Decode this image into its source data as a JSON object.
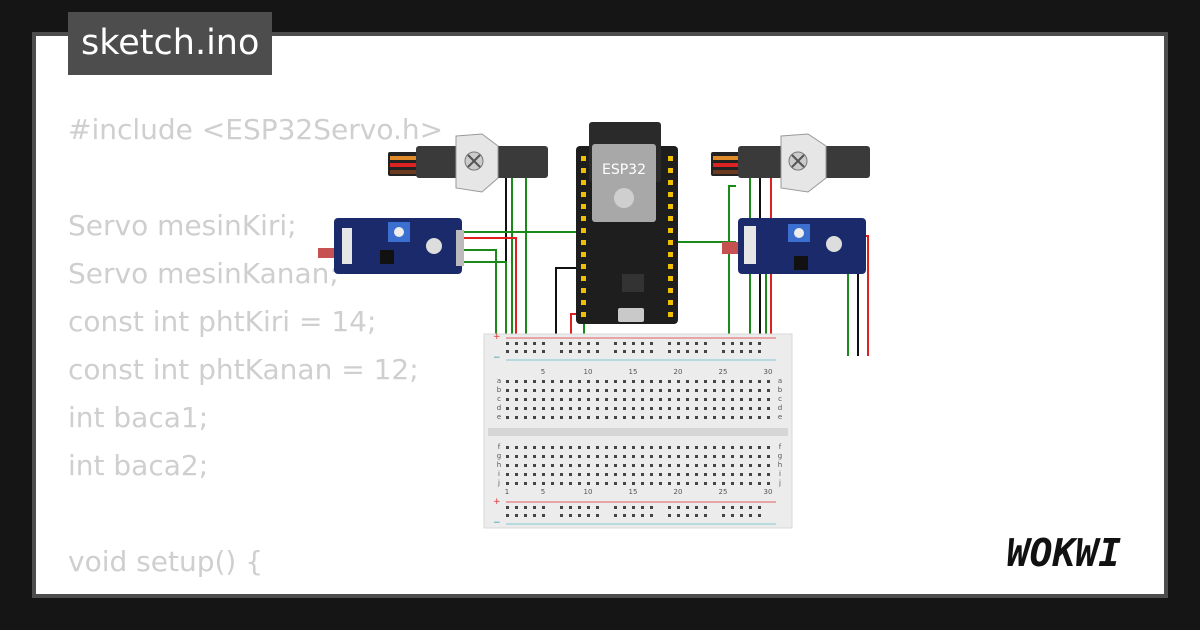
{
  "editor": {
    "file_tab": "sketch.ino",
    "code_lines": [
      "#include <ESP32Servo.h>",
      "",
      "Servo mesinKiri;",
      "Servo mesinKanan;",
      "const int phtKiri = 14;",
      "const int phtKanan = 12;",
      "int baca1;",
      "int baca2;",
      "",
      "void setup() {"
    ]
  },
  "diagram": {
    "mcu_label": "ESP32",
    "breadboard_numbers": [
      "5",
      "10",
      "15",
      "20",
      "25",
      "30"
    ],
    "breadboard_rows_top": [
      "a",
      "b",
      "c",
      "d",
      "e"
    ],
    "breadboard_rows_bottom": [
      "f",
      "g",
      "h",
      "i",
      "j"
    ],
    "breadboard_bottom_numbers": [
      "1",
      "5",
      "10",
      "15",
      "20",
      "25",
      "30"
    ],
    "rail_plus": "+",
    "rail_minus": "−"
  },
  "brand": {
    "logo_text": "WOKWI"
  },
  "colors": {
    "background": "#151515",
    "tab": "#4d4d4d",
    "code_text": "#cfcfcf",
    "wire_green": "#1a8a1a",
    "wire_red": "#e02020",
    "wire_black": "#111111",
    "sensor_board": "#1a2a6a",
    "esp32_board": "#1e1e1e"
  }
}
